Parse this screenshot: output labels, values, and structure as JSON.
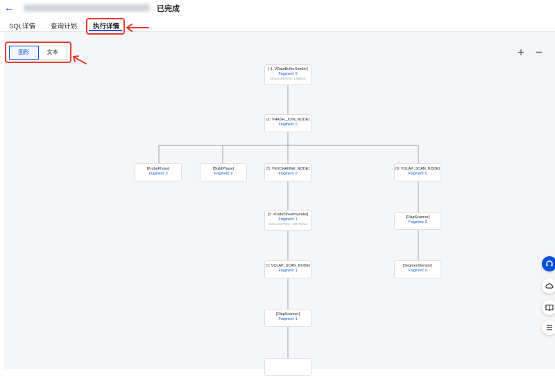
{
  "header": {
    "status": "已完成"
  },
  "tabs": [
    {
      "label": "SQL详情"
    },
    {
      "label": "查询计划"
    },
    {
      "label": "执行详情"
    }
  ],
  "view_switch": {
    "graph": "图形",
    "text": "文本"
  },
  "zoom": {
    "in": "+",
    "out": "−"
  },
  "nodes": [
    {
      "title": "[-1: VDataBufferSender]",
      "fragment": "Fragment: 0",
      "meta": "MaxActiveTime: 1.986ms"
    },
    {
      "title": "[2: VHASH_JOIN_NODE]",
      "fragment": "Fragment: 0"
    },
    {
      "title": "[ProbePhase]",
      "fragment": "Fragment: 0"
    },
    {
      "title": "[BuildPhase]",
      "fragment": "Fragment: 0"
    },
    {
      "title": "[3: VEXCHANGE_NODE]",
      "fragment": "Fragment: 0"
    },
    {
      "title": "[0: VOLAP_SCAN_NODE]",
      "fragment": "Fragment: 0"
    },
    {
      "title": "[3: VDataStreamSender]",
      "fragment": "Fragment: 1",
      "meta": "MaxActiveTime: 163.756us"
    },
    {
      "title": "[OlapScanner]",
      "fragment": "Fragment: 0"
    },
    {
      "title": "[1: VOLAP_SCAN_NODE]",
      "fragment": "Fragment: 1"
    },
    {
      "title": "[SegmentIterator]",
      "fragment": "Fragment: 0"
    },
    {
      "title": "[OlapScanner]",
      "fragment": "Fragment: 1"
    }
  ],
  "side_icons": [
    "headset-icon",
    "cloud-icon",
    "book-icon",
    "list-icon"
  ],
  "colors": {
    "accent": "#0052d9",
    "highlight": "#e03c31",
    "canvas": "#f5f6f7"
  }
}
